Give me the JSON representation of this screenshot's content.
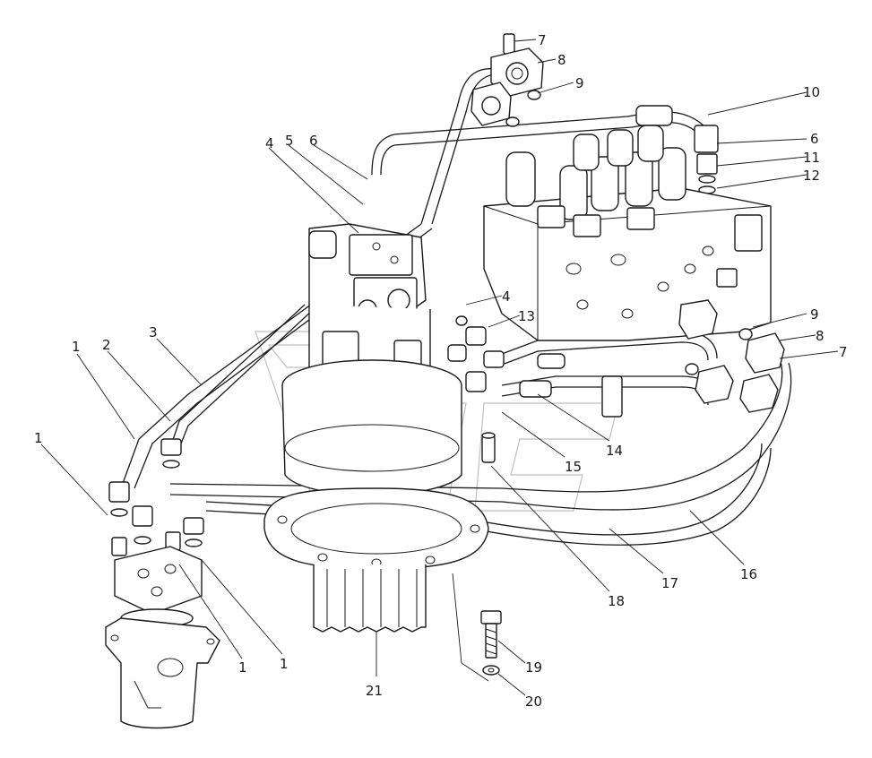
{
  "diagram": {
    "callouts": [
      {
        "id": "c7a",
        "text": "7"
      },
      {
        "id": "c8a",
        "text": "8"
      },
      {
        "id": "c9a",
        "text": "9"
      },
      {
        "id": "c10",
        "text": "10"
      },
      {
        "id": "c6a",
        "text": "6"
      },
      {
        "id": "c11",
        "text": "11"
      },
      {
        "id": "c12",
        "text": "12"
      },
      {
        "id": "c4a",
        "text": "4"
      },
      {
        "id": "c5",
        "text": "5"
      },
      {
        "id": "c6b",
        "text": "6"
      },
      {
        "id": "c4b",
        "text": "4"
      },
      {
        "id": "c13",
        "text": "13"
      },
      {
        "id": "c9b",
        "text": "9"
      },
      {
        "id": "c8b",
        "text": "8"
      },
      {
        "id": "c7b",
        "text": "7"
      },
      {
        "id": "c1a",
        "text": "1"
      },
      {
        "id": "c2",
        "text": "2"
      },
      {
        "id": "c3",
        "text": "3"
      },
      {
        "id": "c1b",
        "text": "1"
      },
      {
        "id": "c14",
        "text": "14"
      },
      {
        "id": "c15",
        "text": "15"
      },
      {
        "id": "c16",
        "text": "16"
      },
      {
        "id": "c17",
        "text": "17"
      },
      {
        "id": "c18",
        "text": "18"
      },
      {
        "id": "c1c",
        "text": "1"
      },
      {
        "id": "c1d",
        "text": "1"
      },
      {
        "id": "c19",
        "text": "19"
      },
      {
        "id": "c20",
        "text": "20"
      },
      {
        "id": "c21",
        "text": "21"
      }
    ]
  }
}
